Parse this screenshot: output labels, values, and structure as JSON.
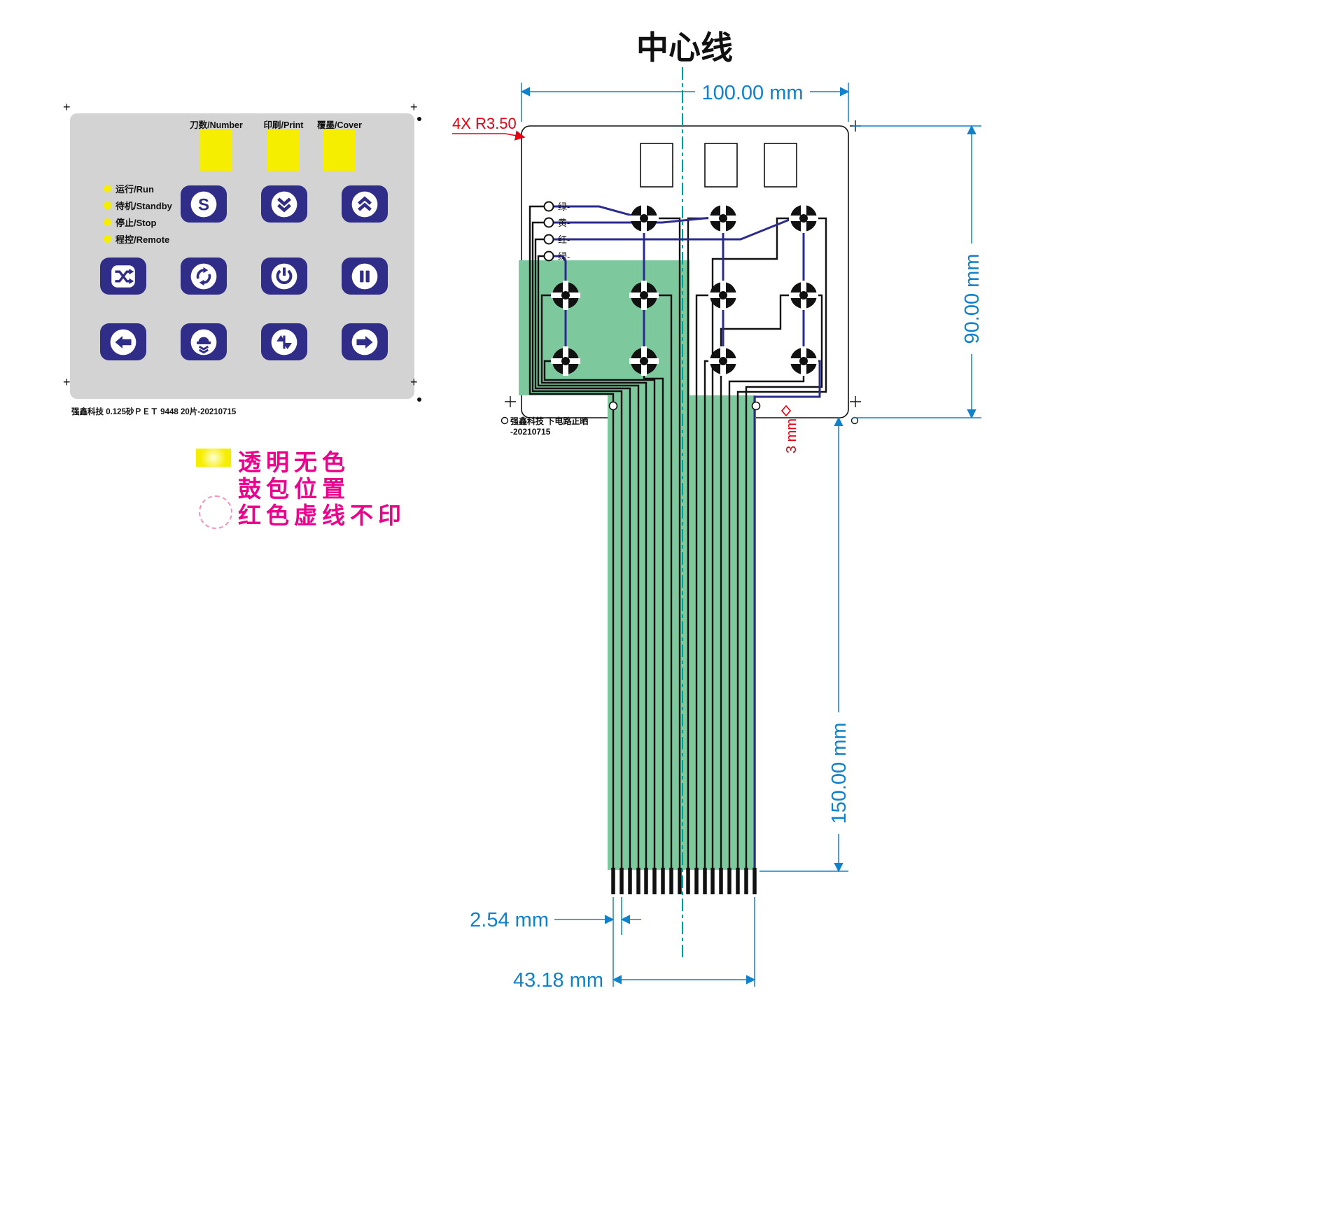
{
  "keypad": {
    "windows": [
      {
        "label": "刀数/Number"
      },
      {
        "label": "印刷/Print"
      },
      {
        "label": "覆墨/Cover"
      }
    ],
    "leds": [
      {
        "label": "运行/Run"
      },
      {
        "label": "待机/Standby"
      },
      {
        "label": "停止/Stop"
      },
      {
        "label": "程控/Remote"
      }
    ],
    "s_glyph": "S",
    "buttons": [
      {
        "icon": "s-letter"
      },
      {
        "icon": "double-chevron-down"
      },
      {
        "icon": "double-chevron-up"
      },
      {
        "icon": "shuffle"
      },
      {
        "icon": "rotate"
      },
      {
        "icon": "power"
      },
      {
        "icon": "pause"
      },
      {
        "icon": "arrow-left"
      },
      {
        "icon": "press"
      },
      {
        "icon": "swap-vertical"
      },
      {
        "icon": "arrow-right"
      }
    ],
    "footer": "强鑫科技  0.125砂ＰＥＴ  9448  20片-20210715"
  },
  "legend": {
    "line1": "透明无色",
    "line2": "鼓包位置",
    "line3": "红色虚线不印"
  },
  "circuit": {
    "title": "中心线",
    "corner_note": "4X R3.50",
    "width_dim": "100.00 mm",
    "height_dim": "90.00 mm",
    "tail_dim": "150.00 mm",
    "pitch_dim": "2.54 mm",
    "connector_dim": "43.18 mm",
    "hole_dim": "3 mm",
    "wire_labels": [
      "绿-",
      "黄-",
      "红-",
      "绿-"
    ],
    "footer_line1": "强鑫科技  下电路正晒",
    "footer_line2": "-20210715"
  },
  "colors": {
    "dimension_blue": "#0e82cc",
    "note_red": "#e60012",
    "legend_magenta": "#ec008c",
    "button_navy": "#2f2d87",
    "window_yellow": "#f6ee00",
    "ribbon_green": "#7ec89d",
    "panel_gray": "#d3d3d3",
    "trace_blue": "#2b2b8f",
    "centerline_teal": "#00a09a"
  }
}
